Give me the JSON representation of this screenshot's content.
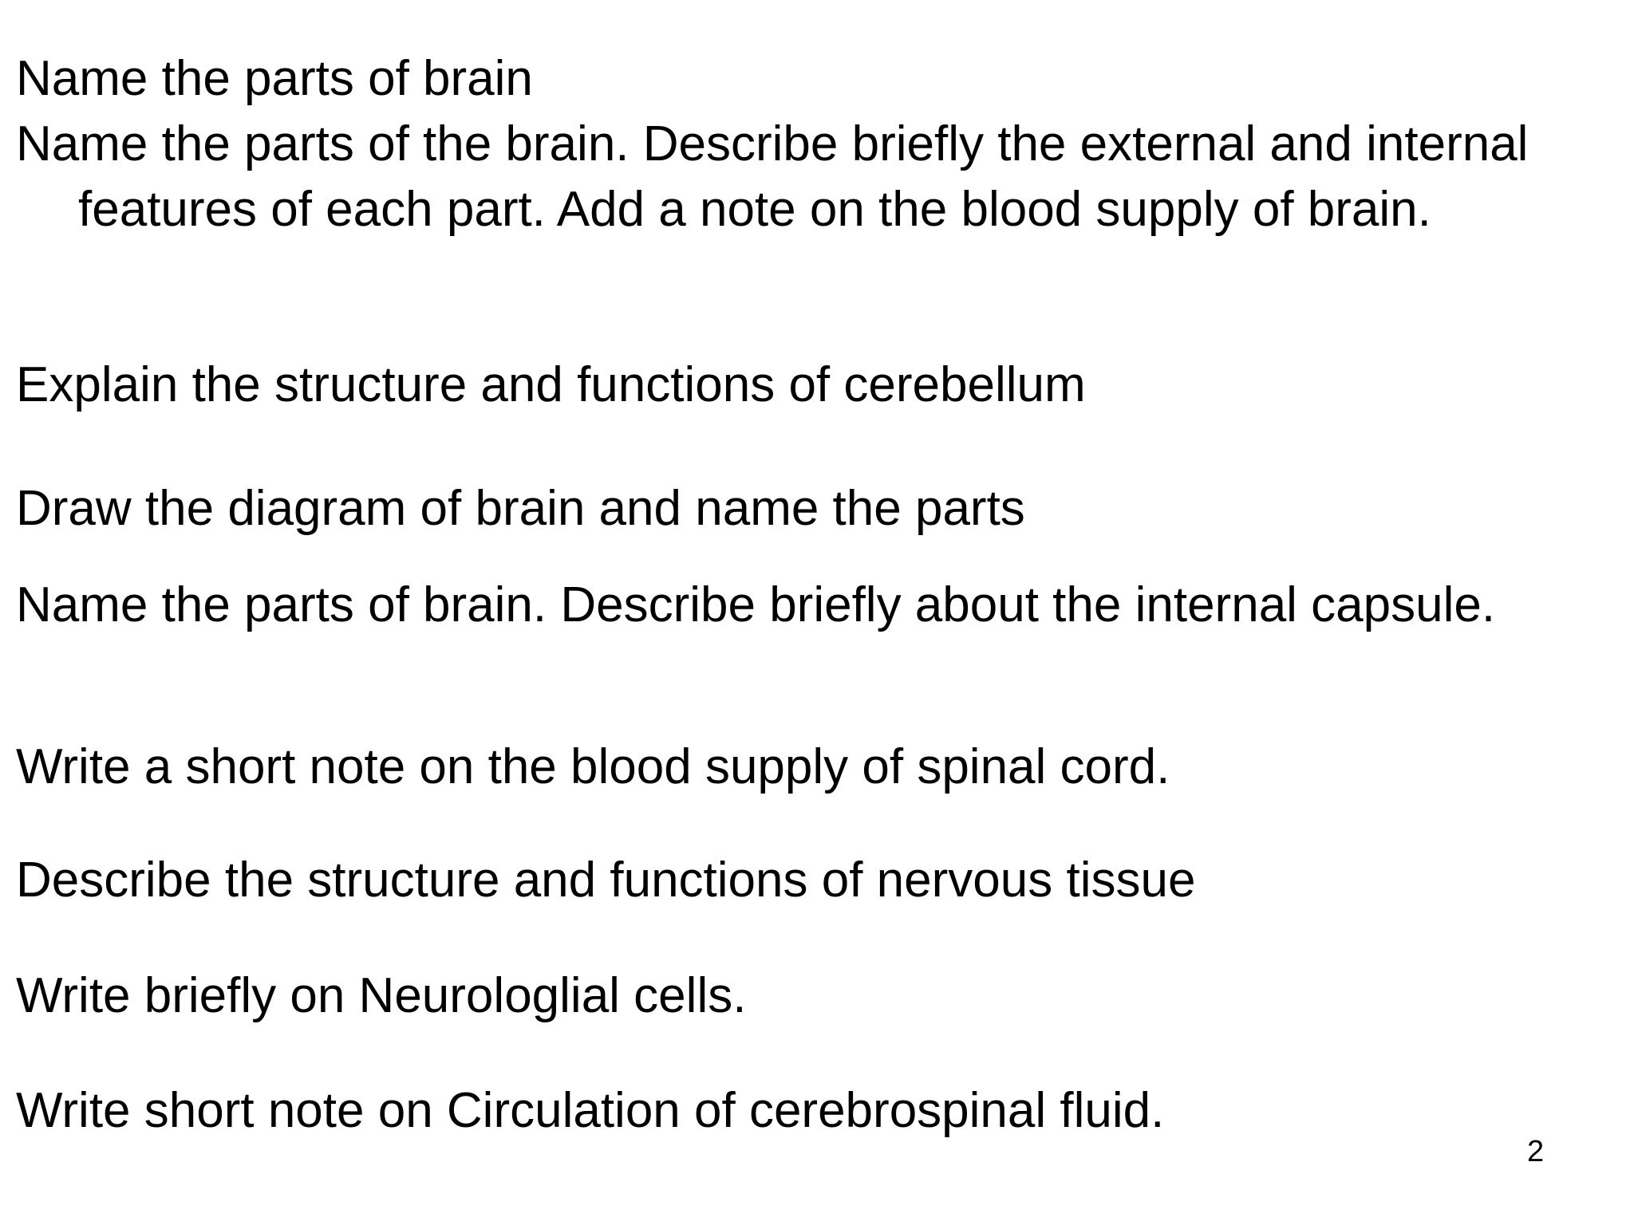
{
  "questions": [
    "Name the parts of brain",
    "Name the parts of the brain. Describe briefly the external and internal features of each part. Add a note on the blood supply of brain.",
    "Explain the structure and functions of cerebellum",
    "Draw the diagram of brain and name the parts",
    "Name the parts of brain. Describe briefly about the internal capsule.",
    "Write a short note on the blood supply of spinal cord.",
    "Describe the structure and functions of nervous tissue",
    "Write briefly on Neurologlial cells.",
    "Write short note on Circulation of cerebrospinal fluid."
  ],
  "page_number": "2"
}
